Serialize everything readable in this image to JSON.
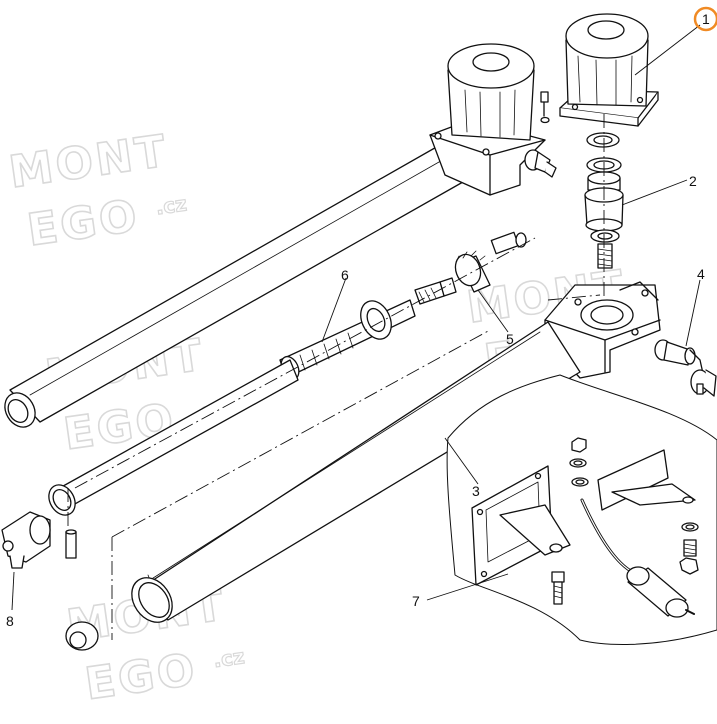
{
  "diagram": {
    "callouts": [
      {
        "id": "c1",
        "label": "1",
        "highlighted": true
      },
      {
        "id": "c2",
        "label": "2"
      },
      {
        "id": "c3",
        "label": "3"
      },
      {
        "id": "c4",
        "label": "4"
      },
      {
        "id": "c5",
        "label": "5"
      },
      {
        "id": "c6",
        "label": "6"
      },
      {
        "id": "c7",
        "label": "7"
      },
      {
        "id": "c8",
        "label": "8"
      }
    ],
    "watermark": {
      "line1": "MONT",
      "line2": "EGO",
      "suffix": ".cz"
    },
    "colors": {
      "line": "#111111",
      "watermark": "#d9d9d9",
      "highlight": "#f08a24",
      "fill": "#ffffff"
    }
  }
}
